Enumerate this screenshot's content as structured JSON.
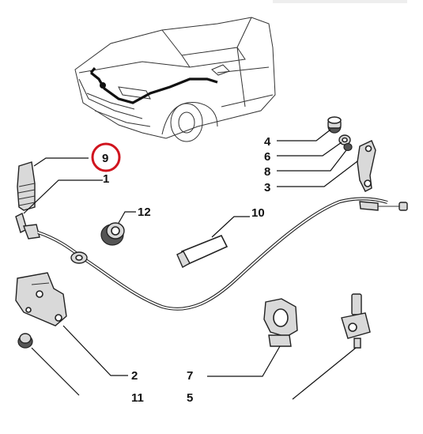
{
  "colors": {
    "highlight_ring": "#d0141e",
    "ink": "#111111",
    "background": "#ffffff"
  },
  "callouts": {
    "c4": "4",
    "c6": "6",
    "c8": "8",
    "c3": "3",
    "c9": "9",
    "c1": "1",
    "c12": "12",
    "c10": "10",
    "c2": "2",
    "c7": "7",
    "c11": "11",
    "c5": "5"
  }
}
